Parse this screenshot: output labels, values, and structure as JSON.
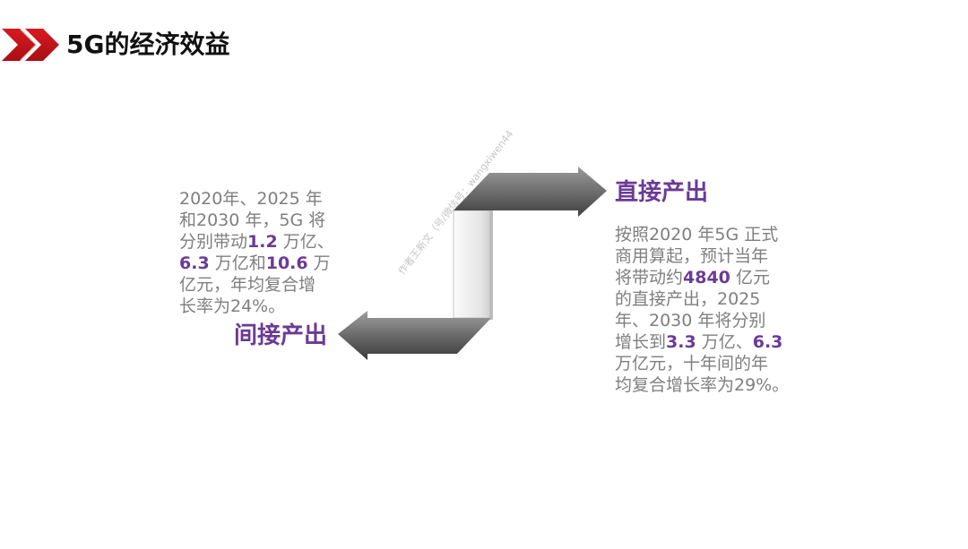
{
  "header": {
    "title": "5G的经济效益",
    "icon": "double-chevron-right-icon",
    "accent_color": "#c8161d"
  },
  "indirect": {
    "label": "间接产出",
    "lines": [
      [
        {
          "t": "2020年、2025 年"
        }
      ],
      [
        {
          "t": "和2030 年，5G 将"
        }
      ],
      [
        {
          "t": "分别带动"
        },
        {
          "t": "1.2",
          "h": true
        },
        {
          "t": " 万亿、"
        }
      ],
      [
        {
          "t": "6.3",
          "h": true
        },
        {
          "t": " 万亿和"
        },
        {
          "t": "10.6",
          "h": true
        },
        {
          "t": " 万"
        }
      ],
      [
        {
          "t": "亿元，年均复合增"
        }
      ],
      [
        {
          "t": "长率为24%。"
        }
      ]
    ]
  },
  "direct": {
    "label": "直接产出",
    "lines": [
      [
        {
          "t": "按照2020 年5G 正式"
        }
      ],
      [
        {
          "t": "商用算起，预计当年"
        }
      ],
      [
        {
          "t": "将带动约"
        },
        {
          "t": "4840",
          "h": true
        },
        {
          "t": " 亿元"
        }
      ],
      [
        {
          "t": "的直接产出，2025"
        }
      ],
      [
        {
          "t": "年、2030 年将分别"
        }
      ],
      [
        {
          "t": "增长到"
        },
        {
          "t": "3.3",
          "h": true
        },
        {
          "t": " 万亿、"
        },
        {
          "t": "6.3",
          "h": true
        }
      ],
      [
        {
          "t": "万亿元，十年间的年"
        }
      ],
      [
        {
          "t": "均复合增长率为29%。"
        }
      ]
    ]
  },
  "watermark": "作者王新文（号/微信号：wangxiwen44",
  "colors": {
    "highlight": "#6b3a96",
    "body_text": "#7f7f7f",
    "arrow_dark": "#4a4a4a",
    "arrow_light": "#b0b0b0"
  }
}
